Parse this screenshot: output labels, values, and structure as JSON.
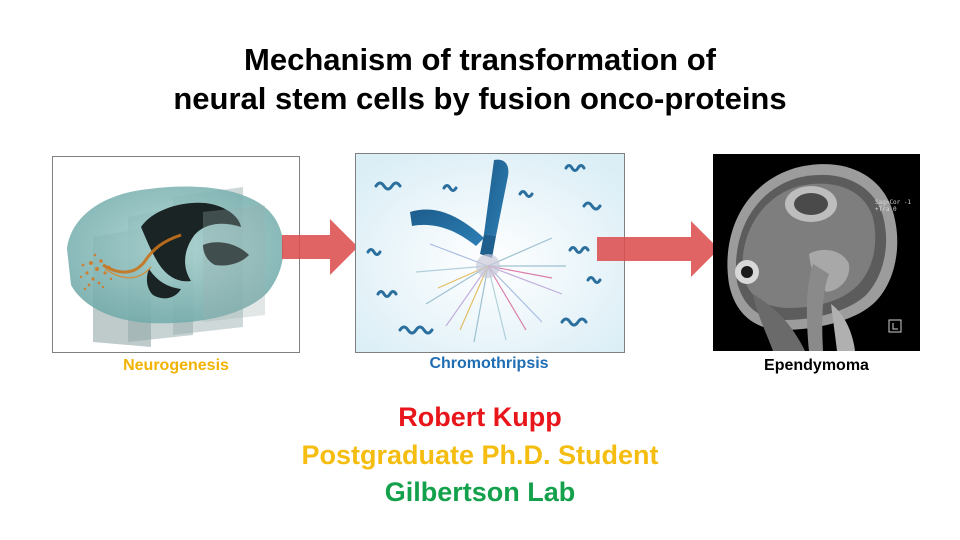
{
  "slide": {
    "title_line_1": "Mechanism of transformation of",
    "title_line_2": "neural stem cells by fusion onco-proteins"
  },
  "panels": {
    "neurogenesis": {
      "caption": "Neurogenesis",
      "caption_color": "#f2b200"
    },
    "chromothripsis": {
      "caption": "Chromothripsis",
      "caption_color": "#1f6db3"
    },
    "ependymoma": {
      "caption": "Ependymoma",
      "caption_color": "#000000",
      "scan_label_1": "Sag>Cor -1",
      "scan_label_2": "+Tra 0"
    }
  },
  "arrows": {
    "color": "#dc4f4f",
    "icon": "right-arrow-icon"
  },
  "author": {
    "name": "Robert Kupp",
    "name_color": "#e8161b",
    "role": "Postgraduate Ph.D. Student",
    "role_color": "#f4bd10",
    "lab": "Gilbertson Lab",
    "lab_color": "#14a14c"
  }
}
